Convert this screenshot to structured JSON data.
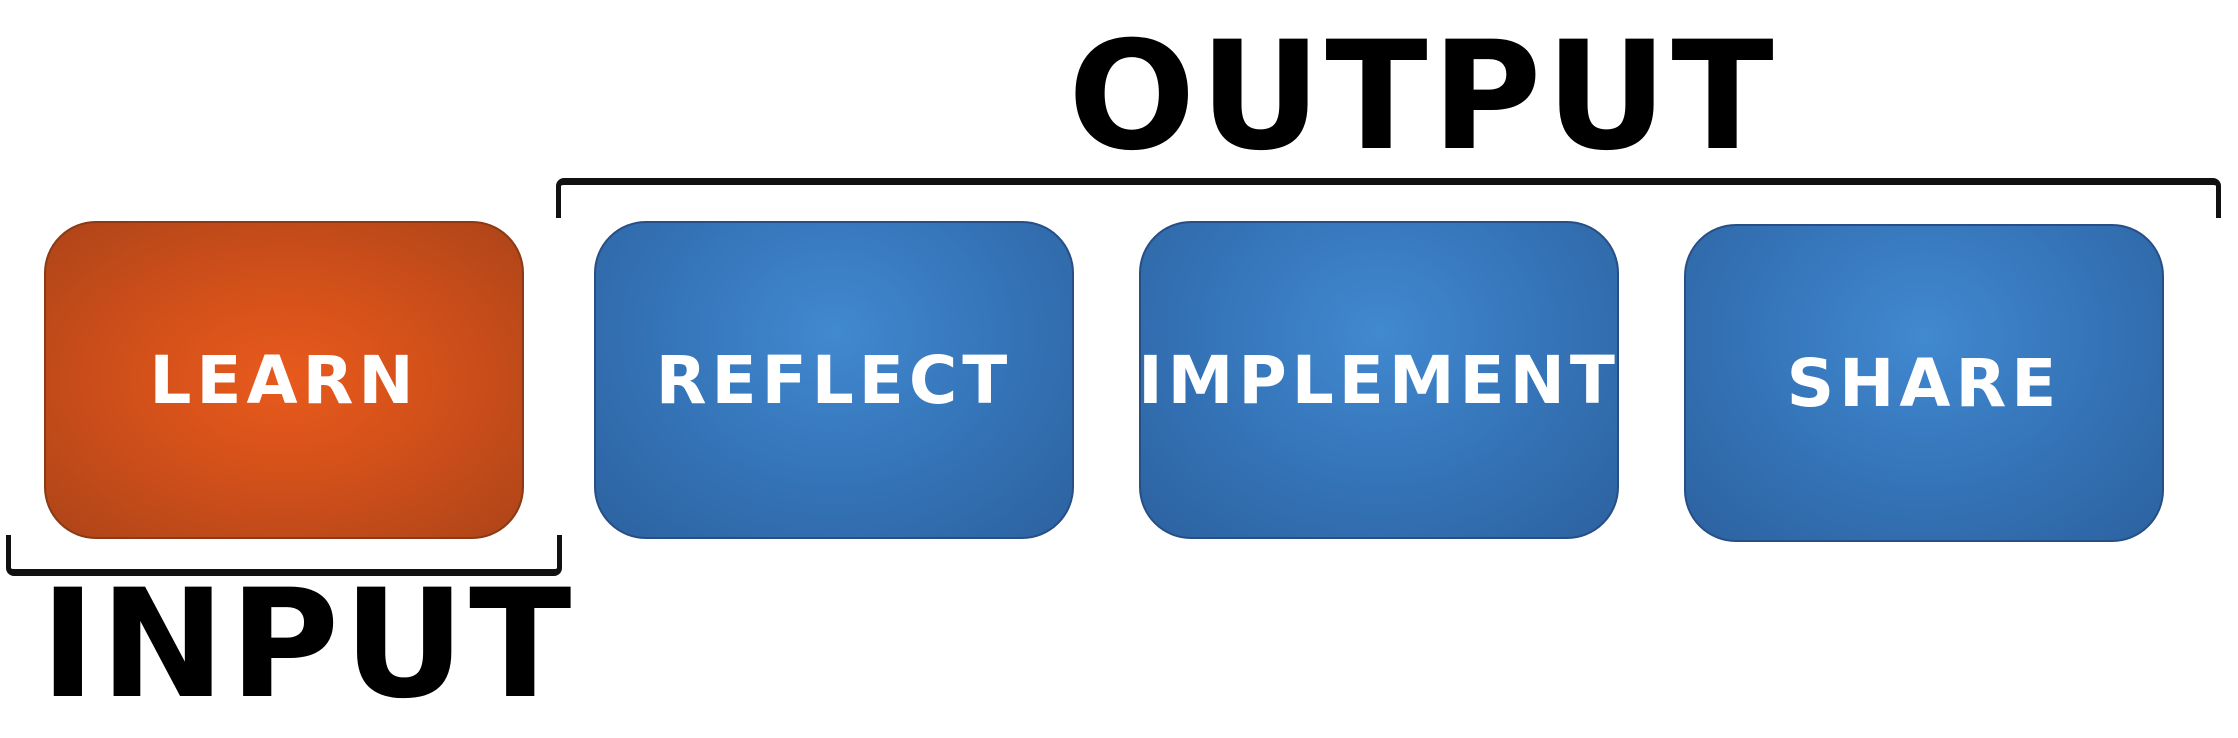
{
  "labels": {
    "output": "OUTPUT",
    "input": "INPUT"
  },
  "stages": [
    {
      "label": "LEARN",
      "group": "input"
    },
    {
      "label": "REFLECT",
      "group": "output"
    },
    {
      "label": "IMPLEMENT",
      "group": "output"
    },
    {
      "label": "SHARE",
      "group": "output"
    }
  ],
  "colors": {
    "input_stage": "#d2501a",
    "output_stage": "#3574b8",
    "stage_text": "#ffffff",
    "label_text": "#000000"
  }
}
